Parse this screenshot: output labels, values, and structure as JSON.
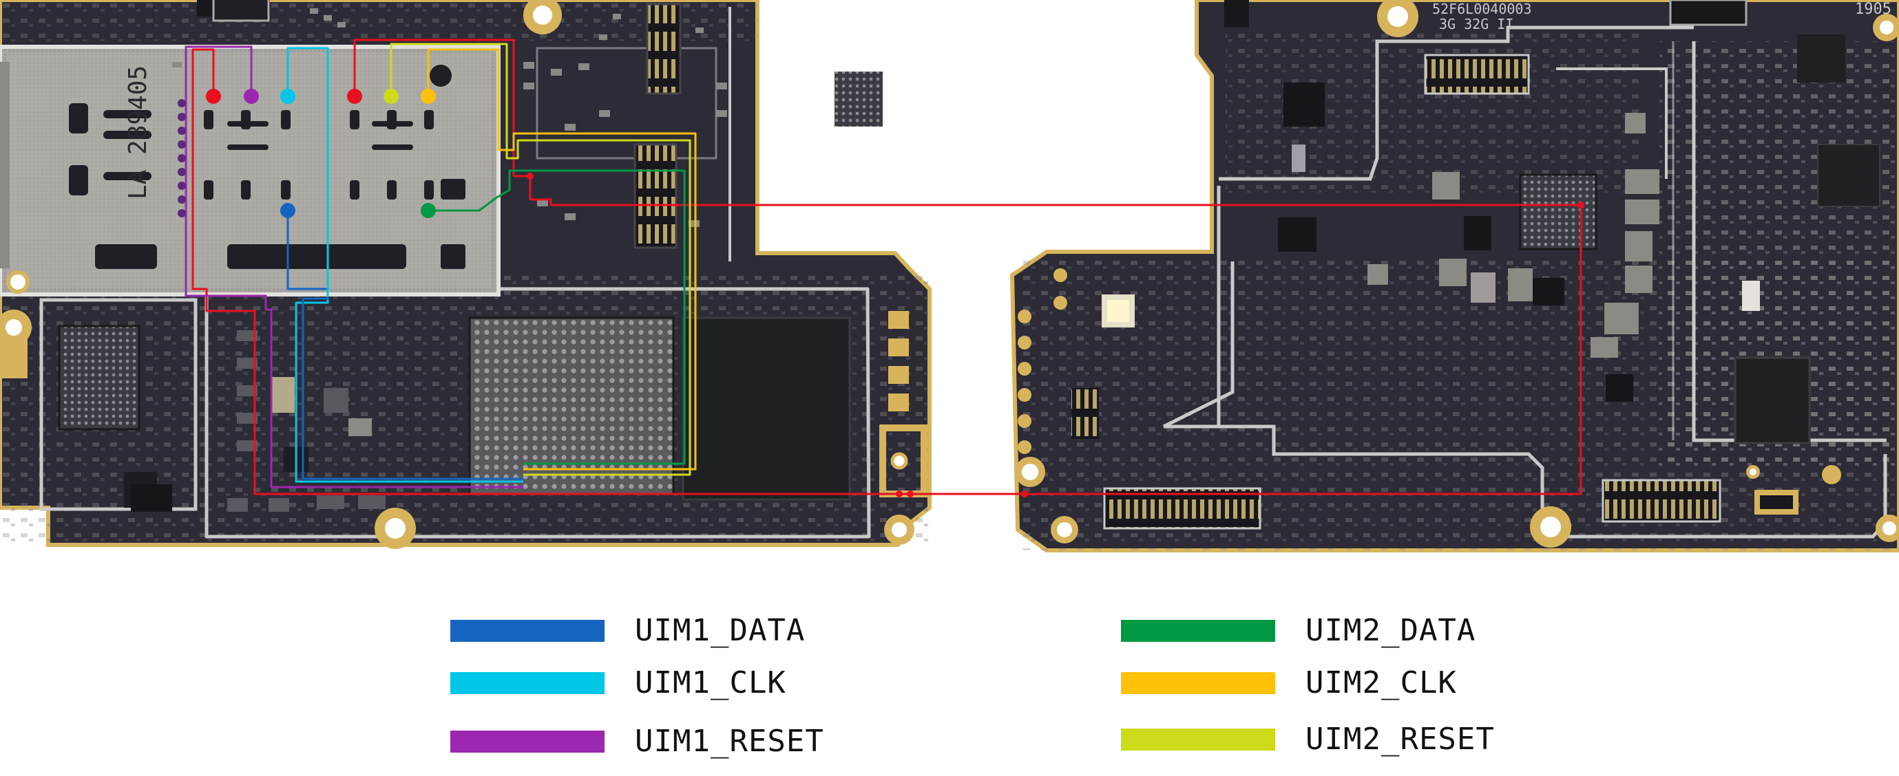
{
  "silkscreen": {
    "left_board_code": "LA 289405",
    "right_board_code_line1": "52F6L0040003",
    "right_board_code_line2": "3G 32G II",
    "right_board_corner": "1905"
  },
  "colors": {
    "board": "#2c2b36",
    "board_edge": "#c9c9c9",
    "gold": "#d7b45c",
    "connector": "#1c1c22",
    "uim1_data": "#1565c0",
    "uim1_clk": "#00c6e8",
    "uim1_reset": "#9c27b0",
    "uim2_data": "#009944",
    "uim2_clk": "#ffc107",
    "uim2_reset": "#cddc1a",
    "vsim": "#e8101e"
  },
  "legend": [
    {
      "label": "UIM1_DATA",
      "color": "#1565c0"
    },
    {
      "label": "UIM1_CLK",
      "color": "#00c6e8"
    },
    {
      "label": "UIM1_RESET",
      "color": "#9c27b0"
    },
    {
      "label": "UIM2_DATA",
      "color": "#009944"
    },
    {
      "label": "UIM2_CLK",
      "color": "#ffc107"
    },
    {
      "label": "UIM2_RESET",
      "color": "#cddc1a"
    }
  ]
}
